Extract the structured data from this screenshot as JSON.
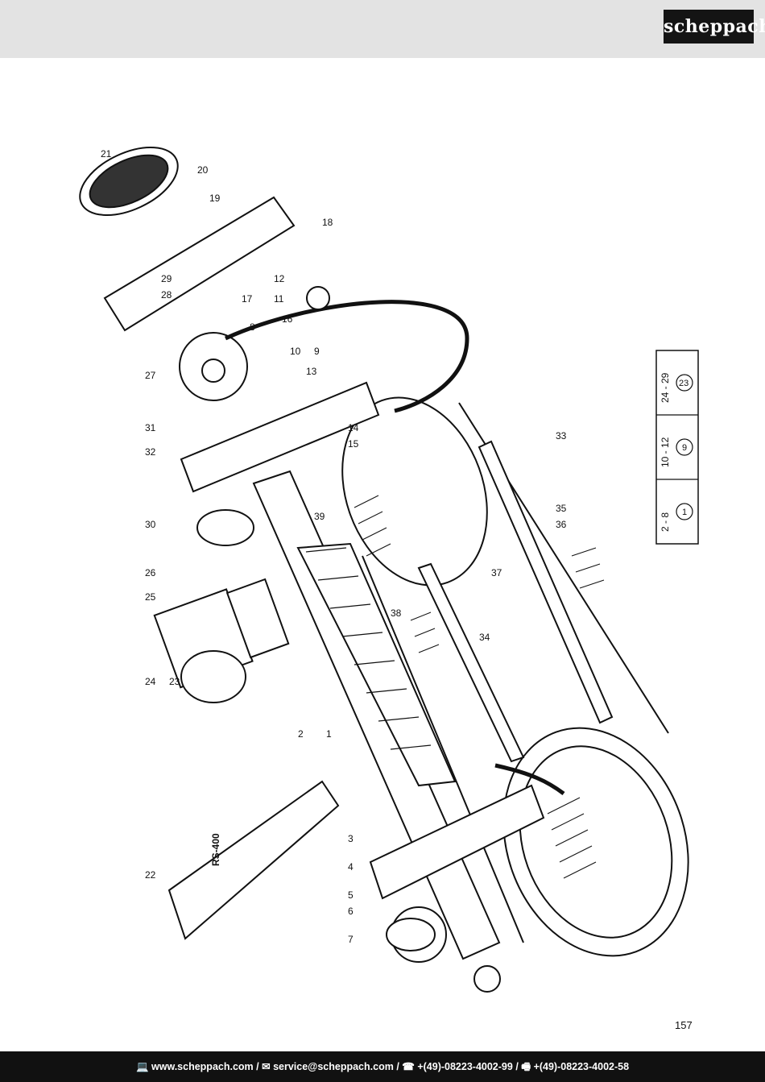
{
  "header": {
    "logo_text": "scheppach"
  },
  "drawing": {
    "model_label": "RS-400",
    "part_callouts": [
      "1",
      "2",
      "3",
      "4",
      "5",
      "6",
      "7",
      "8",
      "9",
      "10",
      "11",
      "12",
      "13",
      "14",
      "15",
      "16",
      "17",
      "18",
      "19",
      "20",
      "21",
      "22",
      "23",
      "24",
      "25",
      "26",
      "27",
      "28",
      "29",
      "30",
      "31",
      "32",
      "33",
      "34",
      "35",
      "36",
      "37",
      "38",
      "39"
    ],
    "legend": [
      {
        "range": "2 - 8",
        "group": "1"
      },
      {
        "range": "10 - 12",
        "group": "9"
      },
      {
        "range": "24 - 29",
        "group": "23"
      }
    ]
  },
  "page_number": "157",
  "footer": {
    "website": "www.scheppach.com",
    "email": "service@scheppach.com",
    "phone": "+(49)-08223-4002-99",
    "fax": "+(49)-08223-4002-58"
  }
}
